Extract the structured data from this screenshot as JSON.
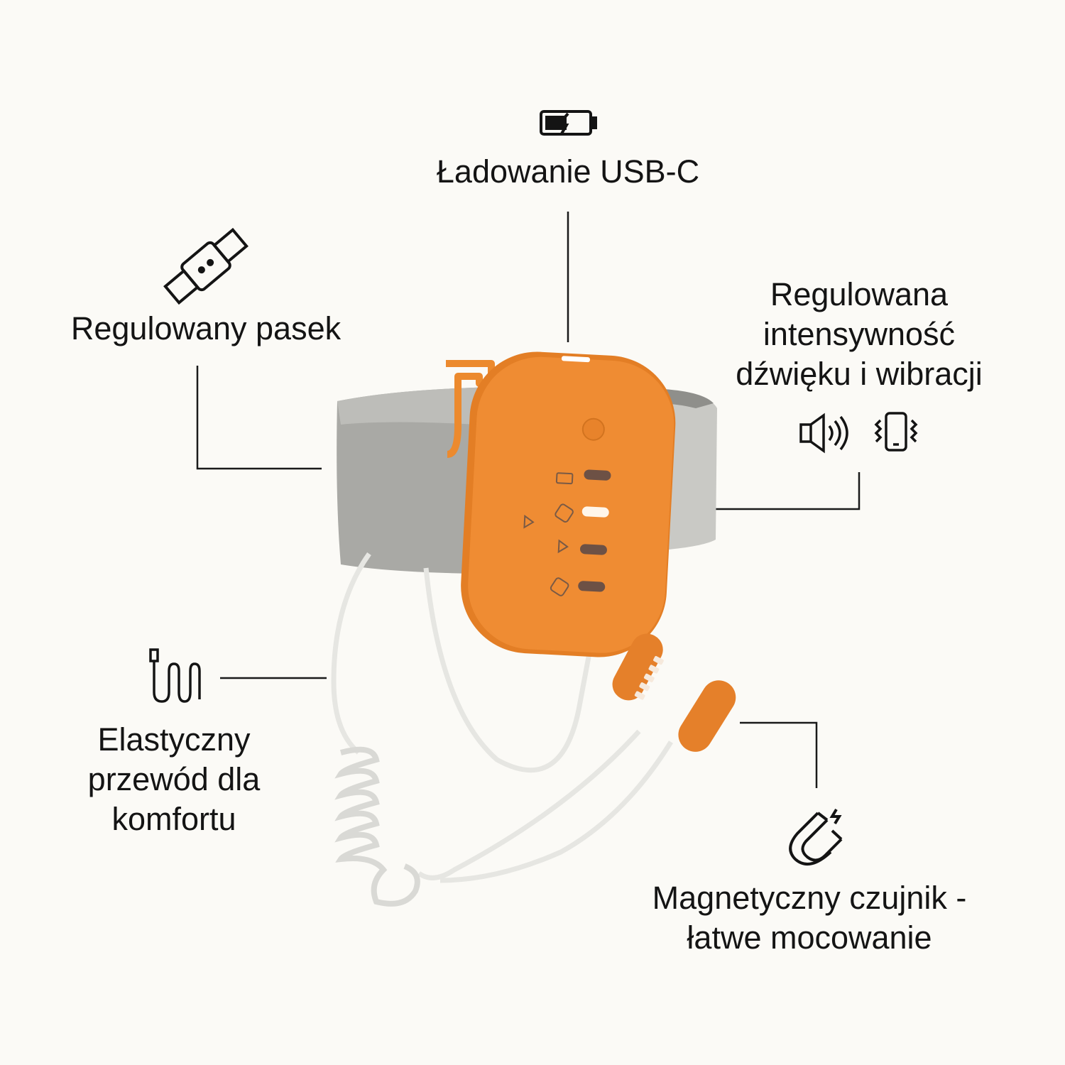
{
  "features": {
    "usb": {
      "label": "Ładowanie USB-C",
      "icon": "battery-charging-icon"
    },
    "strap": {
      "label": "Regulowany pasek",
      "icon": "watch-strap-icon"
    },
    "intensity": {
      "lines": [
        "Regulowana",
        "intensywność",
        "dźwięku i wibracji"
      ],
      "icons": [
        "speaker-icon",
        "phone-vibrate-icon"
      ]
    },
    "cable": {
      "lines": [
        "Elastyczny",
        "przewód dla",
        "komfortu"
      ],
      "icon": "coiled-cable-icon"
    },
    "magnet": {
      "lines": [
        "Magnetyczny czujnik -",
        "łatwe mocowanie"
      ],
      "icon": "magnet-icon"
    }
  },
  "colors": {
    "accent": "#ec8a2e",
    "strap": "#b5b5b1",
    "background": "#fbfaf6",
    "line": "#1a1a1a"
  }
}
